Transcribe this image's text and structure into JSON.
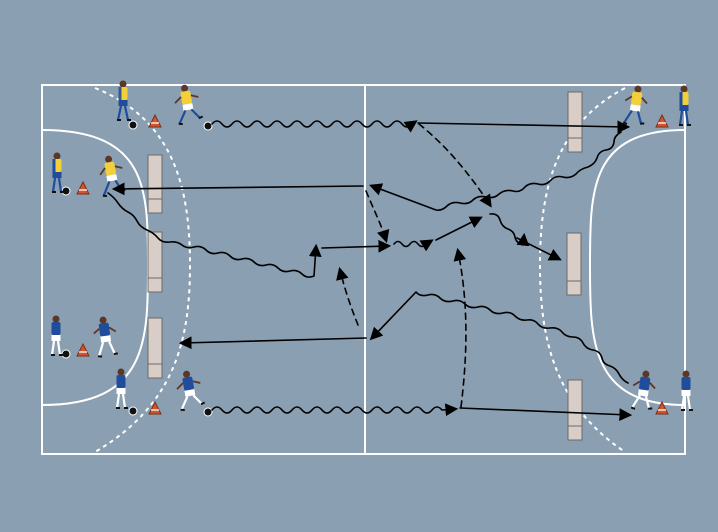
{
  "diagram": {
    "colors": {
      "background": "#8a9fb1",
      "lines": "#ffffff",
      "arrow": "#000000",
      "mannequin_fill": "#d8cec7",
      "mannequin_edge": "#6a6a6a",
      "cone": "#d2542d",
      "team_dark": "#1f4c9b",
      "team_yellow": "#f3cf3a"
    },
    "elements": {
      "players": "player-icon",
      "mannequins": "mannequin-icon",
      "cones": "cone-icon",
      "balls": "ball-icon",
      "dribble_paths": "wavy-arrow",
      "passes": "straight-arrow",
      "runs": "dashed-arrow"
    }
  }
}
